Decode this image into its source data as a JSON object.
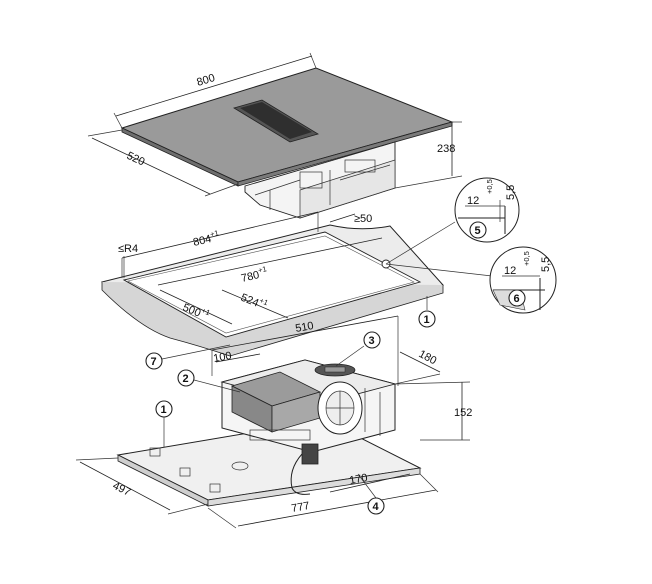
{
  "dimensions": {
    "hob_width": "800",
    "hob_depth": "520",
    "hob_height": "238",
    "gap_min": "≥50",
    "radius": "≤R4",
    "cutout_outer_width": "804",
    "cutout_outer_width_tol": "+1",
    "cutout_inner_width": "780",
    "cutout_inner_width_tol": "+1",
    "cutout_inner_depth": "500",
    "cutout_inner_depth_tol": "+1",
    "cutout_depth": "524",
    "cutout_depth_tol": "+1",
    "detail5_width": "12",
    "detail5_height": "5,5",
    "detail5_tol": "+0,5",
    "detail6_width": "12",
    "detail6_height": "5,5",
    "detail6_tol": "+0,5",
    "unit_width": "510",
    "unit_offset": "100",
    "unit_depth": "180",
    "unit_height": "152",
    "base_depth": "497",
    "base_width": "777",
    "side_offset": "170"
  },
  "callouts": [
    "1",
    "2",
    "3",
    "4",
    "5",
    "6",
    "7"
  ]
}
